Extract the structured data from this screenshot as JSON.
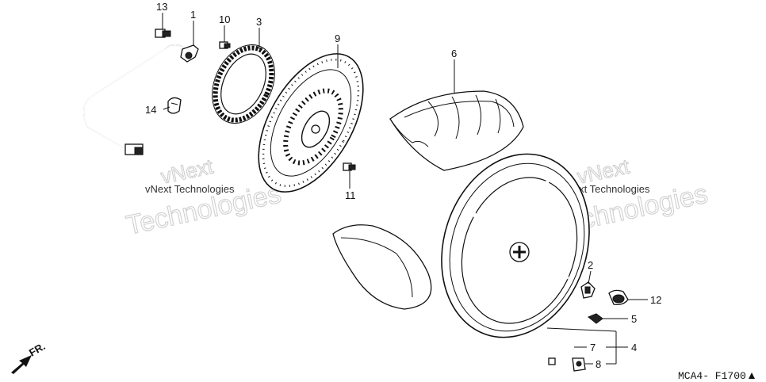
{
  "callouts": {
    "p1": "1",
    "p2": "2",
    "p3": "3",
    "p4": "4",
    "p5": "5",
    "p6": "6",
    "p7": "7",
    "p8": "8",
    "p9": "9",
    "p10": "10",
    "p11": "11",
    "p12": "12",
    "p13": "13",
    "p14": "14"
  },
  "watermarks": {
    "left_small": "vNext Technologies",
    "left_big": "Technologies",
    "left_top": "vNext",
    "right_small": "vNext Technologies",
    "right_big": "Technologies",
    "right_top": "vNext"
  },
  "front_label": "FR.",
  "diagram_code": "MCA4- F1700",
  "colors": {
    "ink": "#111111",
    "watermark": "#cfcfcf"
  }
}
